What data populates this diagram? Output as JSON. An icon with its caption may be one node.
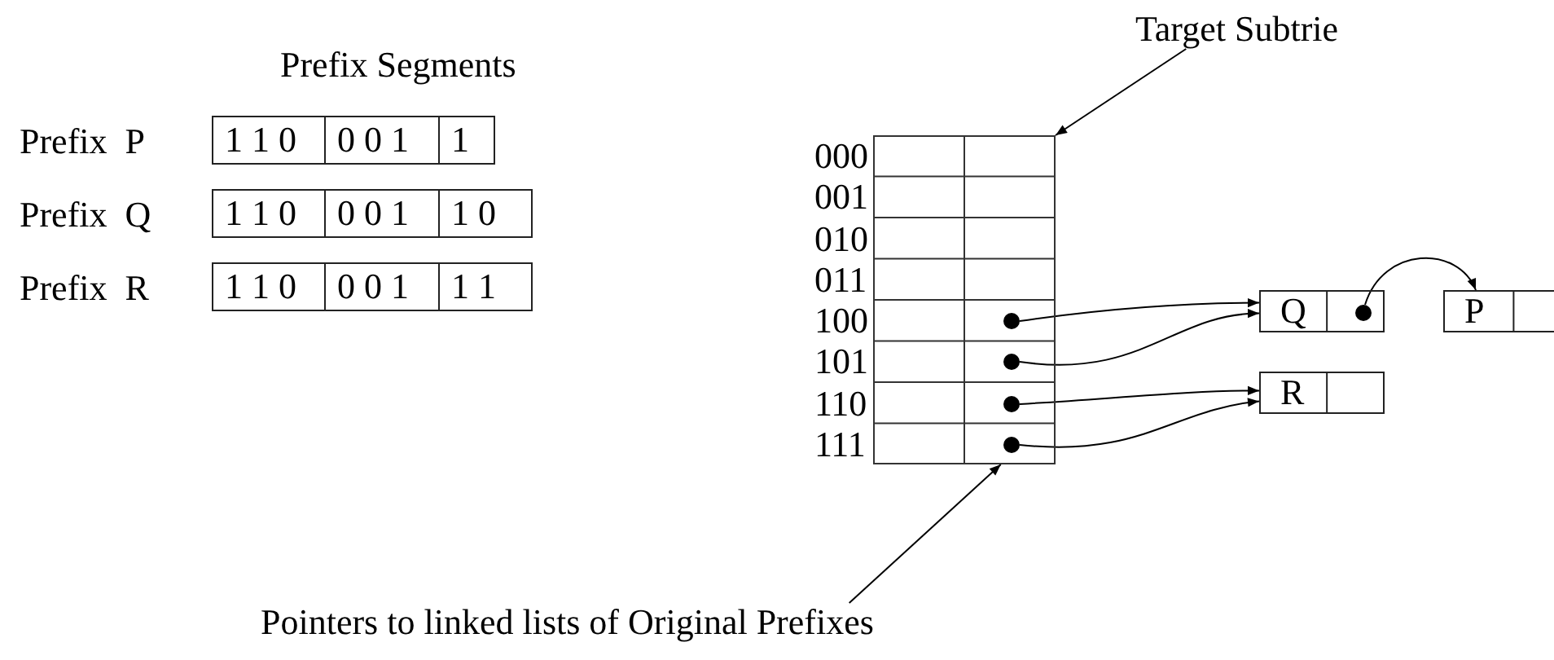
{
  "diagram": {
    "nodes": [
      {
        "text": [
          "Target Subtrie"
        ]
      },
      {
        "text": [],
        "shape": "box"
      },
      {
        "text": [],
        "shape": "circle",
        "in": 1
      },
      {
        "text": [],
        "shape": "circle",
        "in": 1
      },
      {
        "text": [],
        "shape": "circle",
        "in": 1
      },
      {
        "text": [],
        "shape": "circle",
        "in": 1
      },
      {
        "text": [
          "Q"
        ]
      },
      {
        "text": [],
        "shape": "circle",
        "in": 6
      },
      {
        "text": [
          "P"
        ]
      },
      {
        "text": [
          "R"
        ]
      },
      {
        "text": [
          "Pointers to linked lists of Original Prefixes"
        ]
      },
      {
        "text": [
          "1 1 0"
        ]
      },
      {
        "text": [
          "0 0 1"
        ]
      },
      {
        "text": [
          "1"
        ]
      },
      {
        "text": [
          "1 1 0"
        ]
      },
      {
        "text": [
          "0 0 1"
        ]
      },
      {
        "text": [
          "1 0"
        ]
      },
      {
        "text": [
          "1 1 0"
        ]
      },
      {
        "text": [
          "0 0 1"
        ]
      },
      {
        "text": [
          "1 1"
        ]
      }
    ],
    "edges": [
      {
        "from": 0,
        "to": 1,
        "arrow": "to"
      },
      {
        "from": 2,
        "to": 6,
        "arrow": "to"
      },
      {
        "from": 3,
        "to": 6,
        "arrow": "to"
      },
      {
        "from": 4,
        "to": 9,
        "arrow": "to"
      },
      {
        "from": 5,
        "to": 9,
        "arrow": "to"
      },
      {
        "from": 7,
        "to": 8,
        "arrow": "to"
      },
      {
        "from": 10,
        "to": 1,
        "arrow": "to"
      }
    ],
    "labels": [
      "Prefix Segments",
      "Prefix  P",
      "Prefix  Q",
      "Prefix  R",
      "000",
      "001",
      "010",
      "011",
      "100",
      "101",
      "110",
      "111"
    ]
  }
}
